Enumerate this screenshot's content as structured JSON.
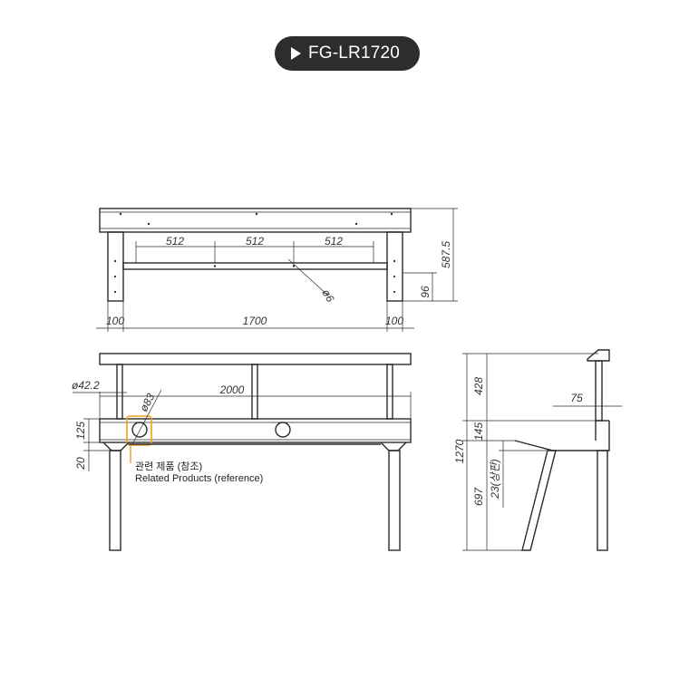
{
  "header": {
    "model_code": "FG-LR1720",
    "play_icon": "play-triangle-icon",
    "badge_color": "#2d2d2d"
  },
  "top_view": {
    "dims": {
      "shelf_spacing_1": "512",
      "shelf_spacing_2": "512",
      "shelf_spacing_3": "512",
      "rod_diameter": "ø6",
      "height": "587.5",
      "leg_height": "96",
      "left_overhang": "100",
      "width": "1700",
      "right_overhang": "100"
    }
  },
  "front_view": {
    "dims": {
      "pipe_diameter": "ø42.2",
      "hole_diameter": "ø83",
      "length": "2000",
      "panel_height": "125",
      "gap": "20"
    },
    "note": {
      "korean": "관련 제품 (참조)",
      "english": "Related Products (reference)"
    },
    "highlight_color": "#f0a020"
  },
  "side_view": {
    "dims": {
      "total_height": "1270",
      "upper_height": "428",
      "mid_height": "145",
      "lower_height": "697",
      "top_thickness": "23(상판)",
      "offset": "75"
    }
  }
}
